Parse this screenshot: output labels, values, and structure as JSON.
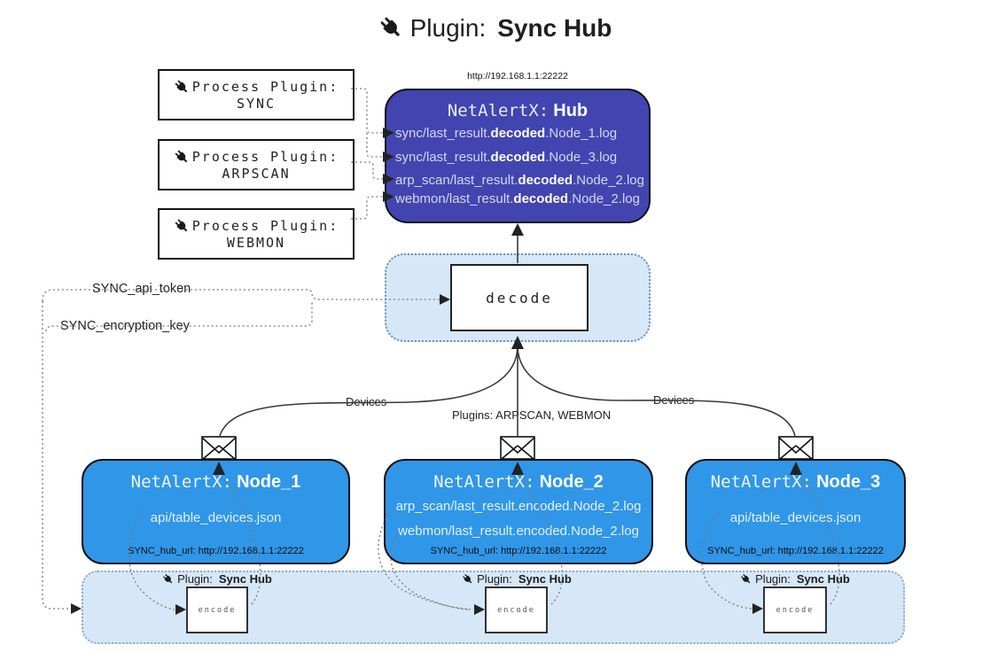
{
  "title": {
    "label": "Plugin:",
    "name": "Sync Hub"
  },
  "process_plugins": [
    {
      "label": "Process Plugin:",
      "name": "SYNC"
    },
    {
      "label": "Process Plugin:",
      "name": "ARPSCAN"
    },
    {
      "label": "Process Plugin:",
      "name": "WEBMON"
    }
  ],
  "hub": {
    "url": "http://192.168.1.1:22222",
    "prefix": "NetAlertX:",
    "name": "Hub",
    "logs": [
      {
        "pre": "sync/last_result.",
        "mid": "decoded",
        "post": ".Node_1.log"
      },
      {
        "pre": "sync/last_result.",
        "mid": "decoded",
        "post": ".Node_3.log"
      },
      {
        "pre": "arp_scan/last_result.",
        "mid": "decoded",
        "post": ".Node_2.log"
      },
      {
        "pre": "webmon/last_result.",
        "mid": "decoded",
        "post": ".Node_2.log"
      }
    ]
  },
  "decode_label": "decode",
  "secrets": {
    "api_token": "SYNC_api_token",
    "encryption_key": "SYNC_encryption_key"
  },
  "edge_labels": {
    "devices_left": "Devices",
    "plugins_center": "Plugins: ARPSCAN, WEBMON",
    "devices_right": "Devices"
  },
  "nodes": [
    {
      "prefix": "NetAlertX:",
      "name": "Node_1",
      "lines": [
        "api/table_devices.json"
      ],
      "hub_url": "SYNC_hub_url: http://192.168.1.1:22222"
    },
    {
      "prefix": "NetAlertX:",
      "name": "Node_2",
      "lines": [
        "arp_scan/last_result.encoded.Node_2.log",
        "webmon/last_result.encoded.Node_2.log"
      ],
      "hub_url": "SYNC_hub_url: http://192.168.1.1:22222"
    },
    {
      "prefix": "NetAlertX:",
      "name": "Node_3",
      "lines": [
        "api/table_devices.json"
      ],
      "hub_url": "SYNC_hub_url: http://192.168.1.1:22222"
    }
  ],
  "encode": {
    "plugin_label": "Plugin:",
    "plugin_name": "Sync Hub",
    "box_label": "encode"
  },
  "colors": {
    "hub_fill": "#4245af",
    "node_fill": "#2f96e8",
    "container_fill": "#d6e8f8",
    "accent_border": "#111111"
  }
}
